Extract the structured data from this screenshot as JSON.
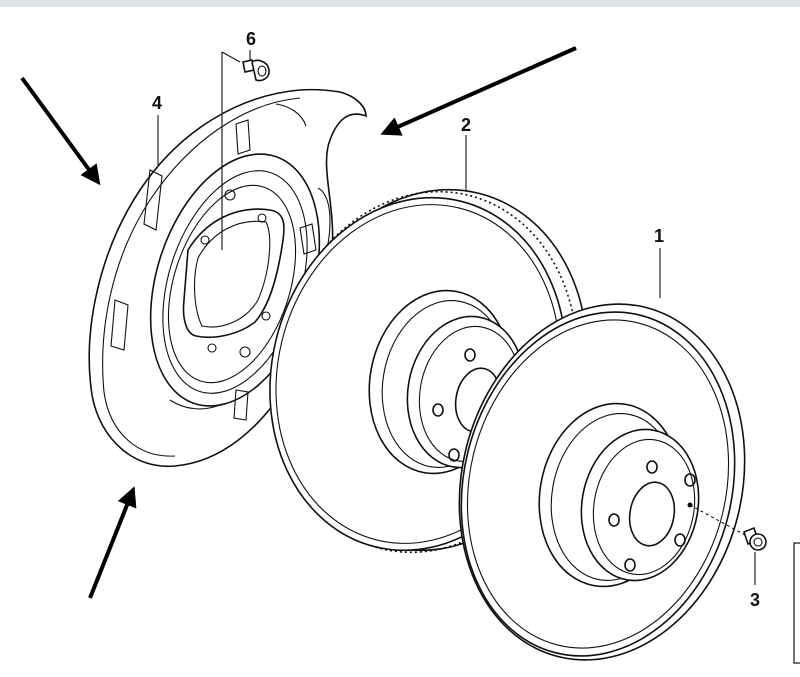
{
  "diagram": {
    "part_labels": {
      "disc_solid": "1",
      "disc_vented": "2",
      "screw": "3",
      "dust_shield": "4",
      "bolt": "6"
    }
  }
}
